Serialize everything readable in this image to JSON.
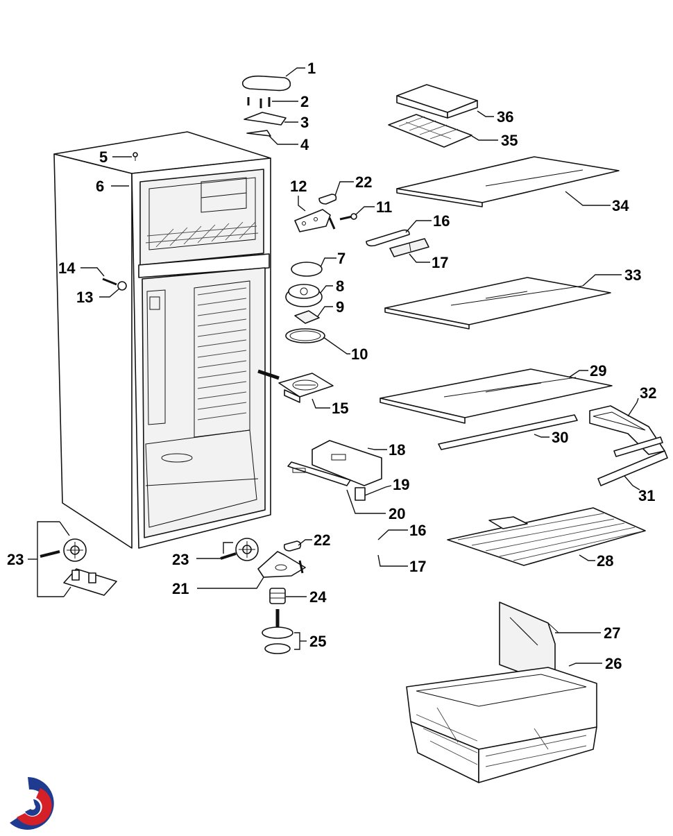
{
  "diagram": {
    "callouts": [
      {
        "id": "1",
        "label": "1"
      },
      {
        "id": "2",
        "label": "2"
      },
      {
        "id": "3",
        "label": "3"
      },
      {
        "id": "4",
        "label": "4"
      },
      {
        "id": "5",
        "label": "5"
      },
      {
        "id": "6",
        "label": "6"
      },
      {
        "id": "7",
        "label": "7"
      },
      {
        "id": "8",
        "label": "8"
      },
      {
        "id": "9",
        "label": "9"
      },
      {
        "id": "10",
        "label": "10"
      },
      {
        "id": "11",
        "label": "11"
      },
      {
        "id": "12",
        "label": "12"
      },
      {
        "id": "13",
        "label": "13"
      },
      {
        "id": "14",
        "label": "14"
      },
      {
        "id": "15",
        "label": "15"
      },
      {
        "id": "16a",
        "label": "16"
      },
      {
        "id": "16b",
        "label": "16"
      },
      {
        "id": "17a",
        "label": "17"
      },
      {
        "id": "17b",
        "label": "17"
      },
      {
        "id": "18",
        "label": "18"
      },
      {
        "id": "19",
        "label": "19"
      },
      {
        "id": "20",
        "label": "20"
      },
      {
        "id": "21",
        "label": "21"
      },
      {
        "id": "22a",
        "label": "22"
      },
      {
        "id": "22b",
        "label": "22"
      },
      {
        "id": "23a",
        "label": "23"
      },
      {
        "id": "23b",
        "label": "23"
      },
      {
        "id": "24",
        "label": "24"
      },
      {
        "id": "25",
        "label": "25"
      },
      {
        "id": "26",
        "label": "26"
      },
      {
        "id": "27",
        "label": "27"
      },
      {
        "id": "28",
        "label": "28"
      },
      {
        "id": "29",
        "label": "29"
      },
      {
        "id": "30",
        "label": "30"
      },
      {
        "id": "31",
        "label": "31"
      },
      {
        "id": "32",
        "label": "32"
      },
      {
        "id": "33",
        "label": "33"
      },
      {
        "id": "34",
        "label": "34"
      },
      {
        "id": "35",
        "label": "35"
      },
      {
        "id": "36",
        "label": "36"
      }
    ],
    "logo": {
      "icon": "brand-swirl-logo-icon",
      "colors": {
        "blue": "#1f3b8f",
        "red": "#d62027"
      }
    }
  }
}
